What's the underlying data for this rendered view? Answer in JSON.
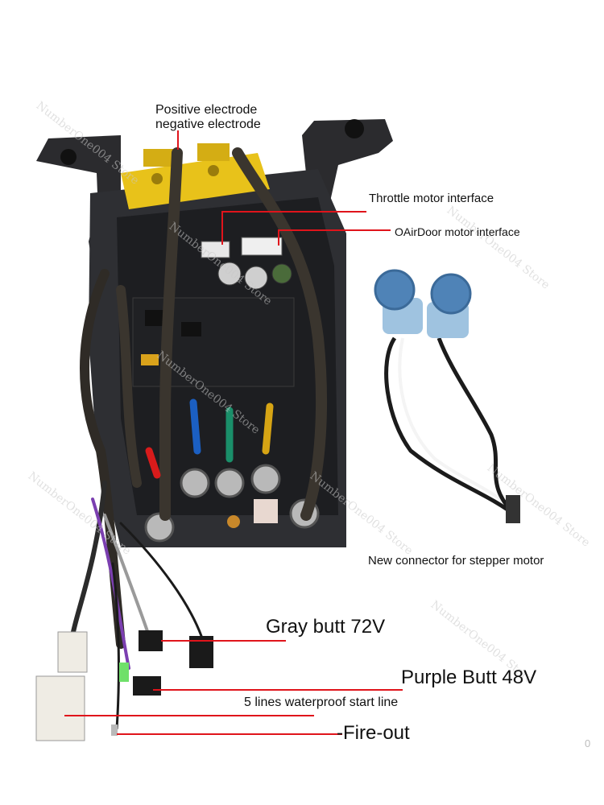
{
  "labels": {
    "positive_electrode": "Positive electrode",
    "negative_electrode": "negative electrode",
    "throttle_motor": "Throttle motor interface",
    "air_door_motor": "OAirDoor motor interface",
    "stepper_connector": "New connector for stepper motor",
    "gray_butt": "Gray butt 72V",
    "purple_butt": "Purple Butt 48V",
    "waterproof_start": "5 lines waterproof start line",
    "fire_out": "-Fire-out",
    "page_number": "0"
  },
  "watermark": "NumberOne004 Store",
  "colors": {
    "pointer": "#e0141b",
    "housing": "#2a2a2c",
    "yellow_block": "#e8c21a",
    "stepper_blue": "#6fa0c9"
  }
}
